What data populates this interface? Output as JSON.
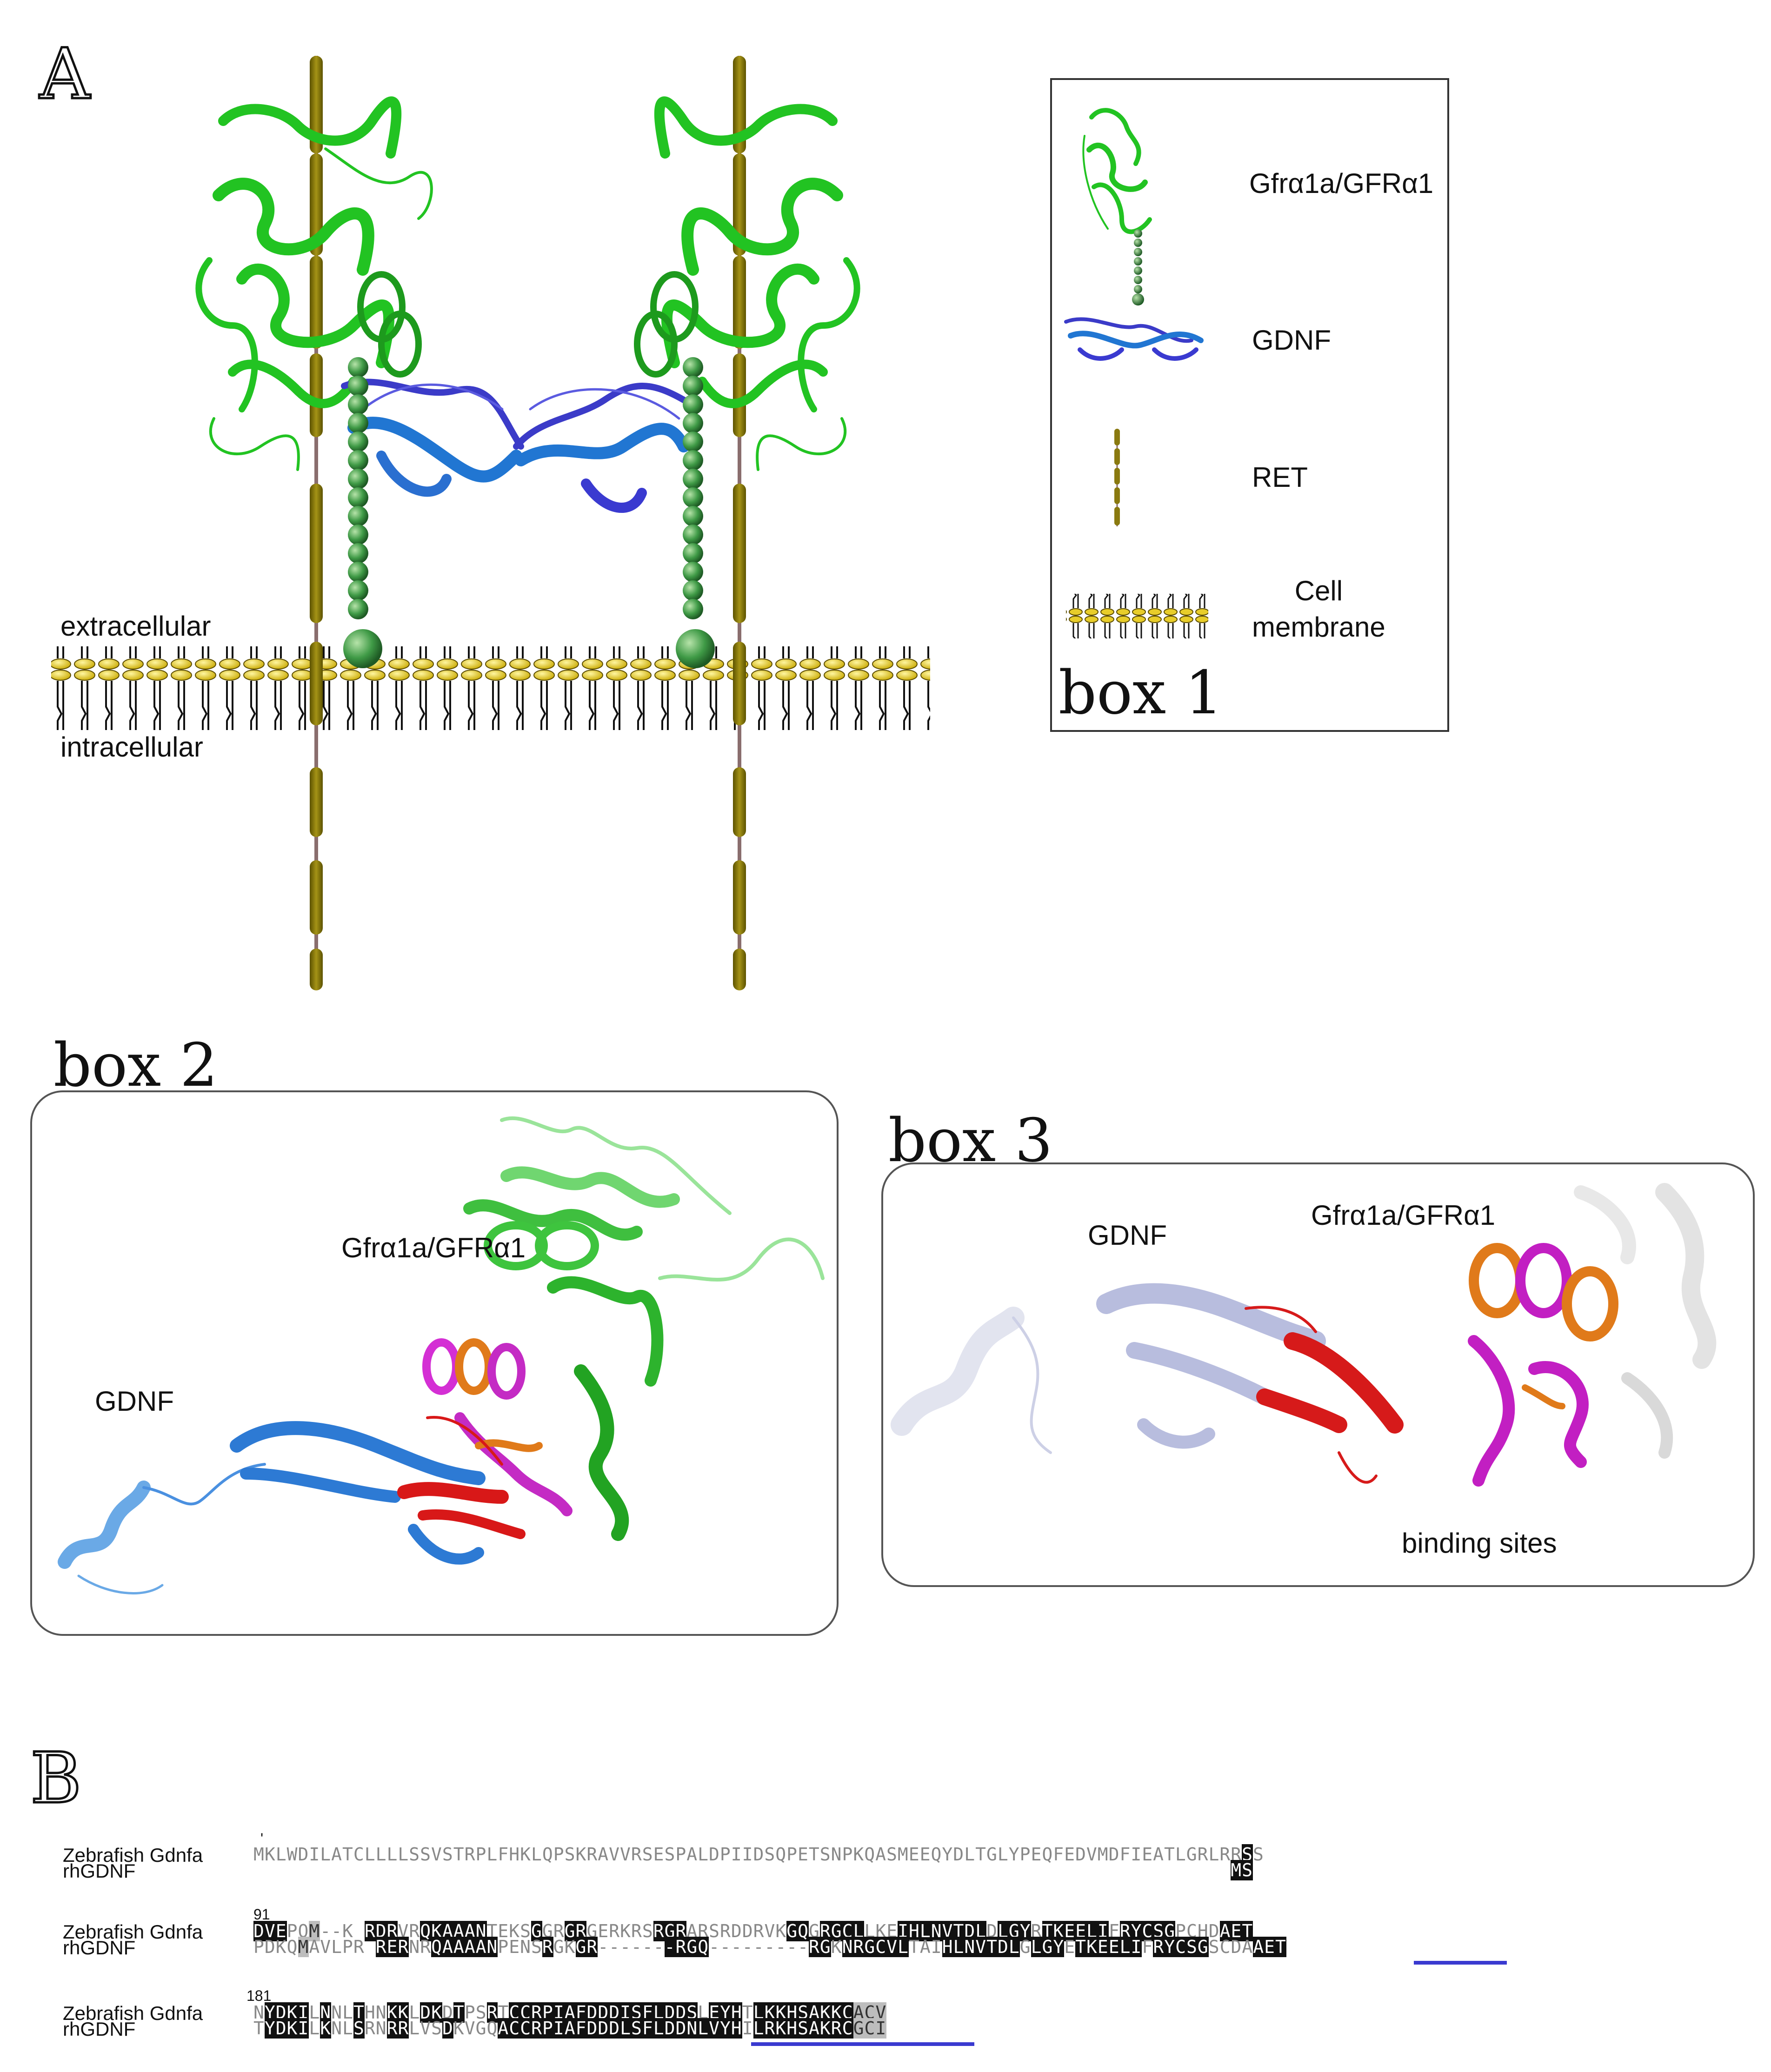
{
  "panel_a": {
    "letter": "A",
    "extracellular": "extracellular",
    "intracellular": "intracellular"
  },
  "box1": {
    "title": "box 1",
    "legend": [
      {
        "label": "Gfrα1a/GFRα1",
        "icon": "gfra1-ribbon-icon"
      },
      {
        "label": "GDNF",
        "icon": "gdnf-ribbon-icon"
      },
      {
        "label": "RET",
        "icon": "ret-rod-icon"
      },
      {
        "label": "Cell\nmembrane",
        "icon": "membrane-bilayer-icon"
      }
    ]
  },
  "box2": {
    "title": "box 2",
    "label_gfra": "Gfrα1a/GFRα1",
    "label_gdnf": "GDNF"
  },
  "box3": {
    "title": "box 3",
    "label_gdnf": "GDNF",
    "label_gfra": "Gfrα1a/GFRα1",
    "caption": "binding sites"
  },
  "panel_b": {
    "letter": "B",
    "blocks": [
      {
        "start": "",
        "species": [
          "Zebrafish Gdnfa",
          "rhGDNF"
        ],
        "zebrafish": [
          [
            "MKLWDILATCLLLLSSVSTRPLFHKLQPSKRAVVRSESPALDPIIDSQPETSNPKQASMEEQYDLTGLYPEQFEDVMDFIEATLGRLRR",
            "n"
          ],
          [
            "S",
            "h"
          ],
          [
            "S",
            "n"
          ]
        ],
        "rh": [
          [
            "                                                                                        ",
            "n"
          ],
          [
            "MS",
            "h"
          ]
        ]
      },
      {
        "start": "91",
        "species": [
          "Zebrafish Gdnfa",
          "rhGDNF"
        ],
        "zebrafish": [
          [
            "DVE",
            "h"
          ],
          [
            "PQ",
            "n"
          ],
          [
            "M",
            "m"
          ],
          [
            "--K ",
            "n"
          ],
          [
            "RDR",
            "h"
          ],
          [
            "VR",
            "n"
          ],
          [
            "QKAAAN",
            "h"
          ],
          [
            "TEKS",
            "n"
          ],
          [
            "G",
            "h"
          ],
          [
            "GR",
            "n"
          ],
          [
            "GR",
            "h"
          ],
          [
            "GERKRS",
            "n"
          ],
          [
            "RGR",
            "h"
          ],
          [
            "ARSRDDRVK",
            "n"
          ],
          [
            "GQ",
            "h"
          ],
          [
            "G",
            "n"
          ],
          [
            "RGCL",
            "h"
          ],
          [
            "LKE",
            "n"
          ],
          [
            "IHLNVTDL",
            "h"
          ],
          [
            "D",
            "n"
          ],
          [
            "LGY",
            "h"
          ],
          [
            "R",
            "n"
          ],
          [
            "TKEELI",
            "h"
          ],
          [
            "F",
            "n"
          ],
          [
            "RYCSG",
            "h"
          ],
          [
            "PCHD",
            "n"
          ],
          [
            "AET",
            "h"
          ]
        ],
        "rh": [
          [
            "PDKQ",
            "n"
          ],
          [
            "M",
            "m"
          ],
          [
            "AVLPR ",
            "n"
          ],
          [
            "RER",
            "h"
          ],
          [
            "NR",
            "n"
          ],
          [
            "QAAAAN",
            "h"
          ],
          [
            "PENS",
            "n"
          ],
          [
            "R",
            "h"
          ],
          [
            "GK",
            "n"
          ],
          [
            "GR",
            "h"
          ],
          [
            "------",
            "n"
          ],
          [
            "-RGQ",
            "h"
          ],
          [
            "---------",
            "n"
          ],
          [
            "RG",
            "h"
          ],
          [
            "K",
            "n"
          ],
          [
            "NRGCVL",
            "h"
          ],
          [
            "TAI",
            "n"
          ],
          [
            "HLNVTDL",
            "h"
          ],
          [
            "G",
            "n"
          ],
          [
            "LGY",
            "h"
          ],
          [
            "E",
            "n"
          ],
          [
            "TKEELI",
            "h"
          ],
          [
            "F",
            "n"
          ],
          [
            "RYCSG",
            "h"
          ],
          [
            "SCDA",
            "n"
          ],
          [
            "AET",
            "h"
          ]
        ]
      },
      {
        "start": "181",
        "species": [
          "Zebrafish Gdnfa",
          "rhGDNF"
        ],
        "zebrafish": [
          [
            "N",
            "n"
          ],
          [
            "YDKI",
            "h"
          ],
          [
            "L",
            "n"
          ],
          [
            "N",
            "h"
          ],
          [
            "NL",
            "n"
          ],
          [
            "T",
            "h"
          ],
          [
            "HN",
            "n"
          ],
          [
            "KK",
            "h"
          ],
          [
            "L",
            "n"
          ],
          [
            "DK",
            "h"
          ],
          [
            "D",
            "n"
          ],
          [
            "T",
            "h"
          ],
          [
            "PS",
            "n"
          ],
          [
            "R",
            "h"
          ],
          [
            "T",
            "n"
          ],
          [
            "CCRPIAFDDDISFLDDS",
            "h"
          ],
          [
            "L",
            "n"
          ],
          [
            "EYH",
            "h"
          ],
          [
            "T",
            "n"
          ],
          [
            "LKKHSAKKC",
            "h"
          ],
          [
            "ACV",
            "m"
          ]
        ],
        "rh": [
          [
            "T",
            "n"
          ],
          [
            "YDKI",
            "h"
          ],
          [
            "L",
            "n"
          ],
          [
            "K",
            "h"
          ],
          [
            "NL",
            "n"
          ],
          [
            "S",
            "h"
          ],
          [
            "RN",
            "n"
          ],
          [
            "RR",
            "h"
          ],
          [
            "LVS",
            "n"
          ],
          [
            "D",
            "h"
          ],
          [
            "KVGQ",
            "n"
          ],
          [
            "A",
            "h"
          ],
          [
            "CCRPIAFDDDLSFLDDN",
            "h"
          ],
          [
            "LVYH",
            "h"
          ],
          [
            "I",
            "n"
          ],
          [
            "LRKHSAKRC",
            "h"
          ],
          [
            "GCI",
            "m"
          ]
        ]
      }
    ]
  }
}
